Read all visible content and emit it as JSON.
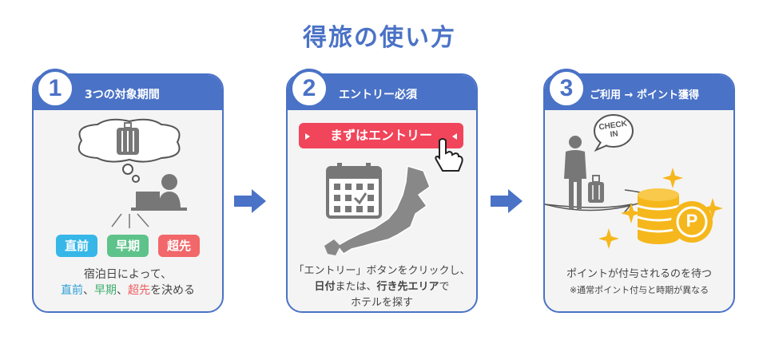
{
  "title": "得旅の使い方",
  "steps": [
    {
      "number": "1",
      "label": "3つの対象期間",
      "tags": [
        "直前",
        "早期",
        "超先"
      ],
      "caption_line1": "宿泊日によって、",
      "caption_line2": {
        "t1": "直前",
        "sep1": "、",
        "t2": "早期",
        "sep2": "、",
        "t3": "超先",
        "rest": "を決める"
      }
    },
    {
      "number": "2",
      "label": "エントリー必須",
      "button_label": "まずはエントリー",
      "caption_line1": "「エントリー」ボタンをクリックし、",
      "caption_line2": {
        "b1": "日付",
        "mid": "または、",
        "b2": "行き先エリア",
        "rest": "で"
      },
      "caption_line3": "ホテルを探す"
    },
    {
      "number": "3",
      "label": "ご利用 → ポイント獲得",
      "checkin_text_line1": "CHECK",
      "checkin_text_line2": "IN",
      "coin_letter": "P",
      "caption_line1": "ポイントが付与されるのを待つ",
      "caption_line2": "※通常ポイント付与と時期が異なる"
    }
  ],
  "colors": {
    "primary": "#4a72c6",
    "card_bg": "#f4f4f4",
    "icon_gray": "#7a7a7a",
    "entry_red": "#f0455a",
    "tag_blue": "#36b7e8",
    "tag_green": "#5ec38a",
    "tag_red": "#f1676a",
    "gold": "#f5b71c"
  }
}
